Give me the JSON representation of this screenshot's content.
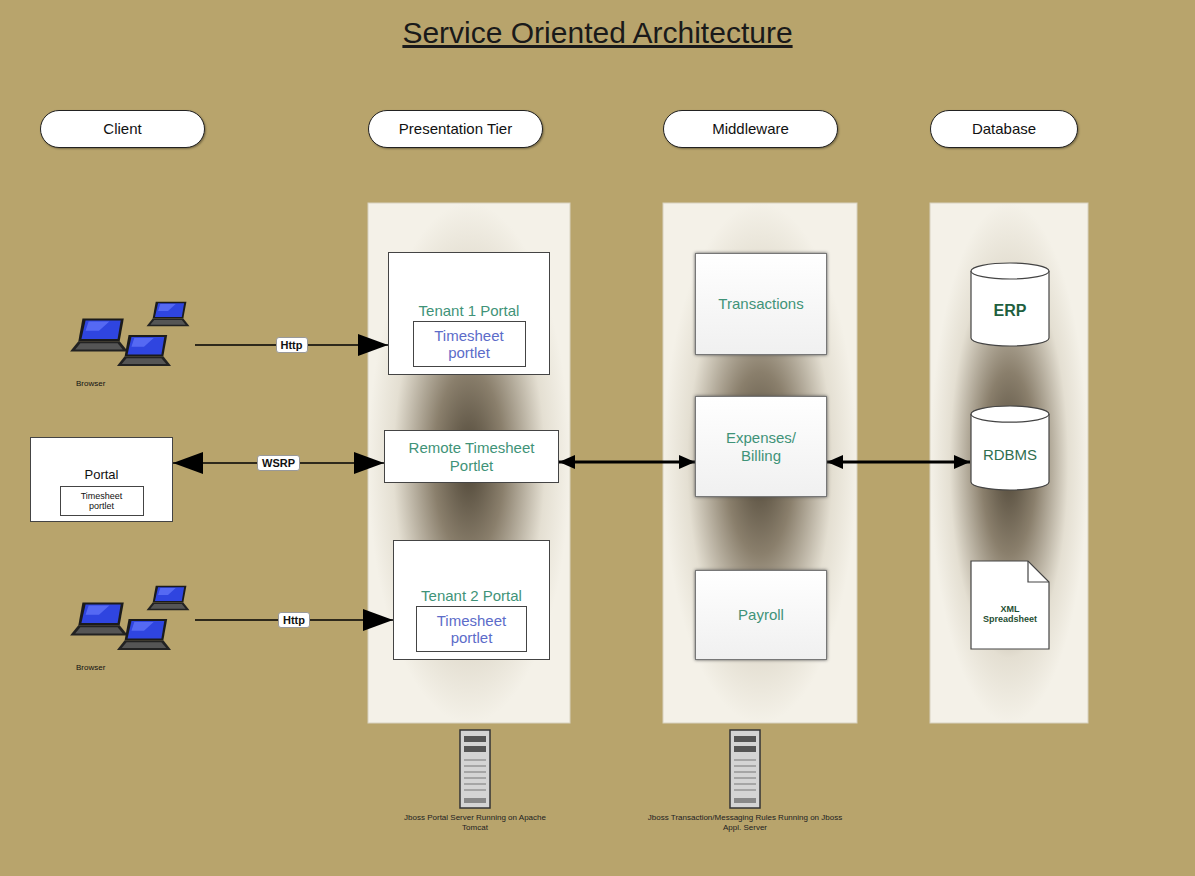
{
  "diagram": {
    "title": "Service Oriented Architecture",
    "nodes": [
      {
        "text": [
          "Client"
        ]
      },
      {
        "text": [
          "Presentation Tier"
        ]
      },
      {
        "text": [
          "Middleware"
        ]
      },
      {
        "text": [
          "Database"
        ]
      },
      {
        "text": [
          "Browser"
        ]
      },
      {
        "text": [
          "Tenant 1 Portal"
        ]
      },
      {
        "text": [
          "Timesheet portlet"
        ],
        "in": 5
      },
      {
        "text": [
          "Transactions"
        ]
      },
      {
        "text": [
          "ERP"
        ]
      },
      {
        "text": [
          "Portal"
        ]
      },
      {
        "text": [
          "Timesheet portlet"
        ],
        "in": 9
      },
      {
        "text": [
          "Remote Timesheet Portlet"
        ]
      },
      {
        "text": [
          "Expenses/ Billing"
        ]
      },
      {
        "text": [
          "RDBMS"
        ]
      },
      {
        "text": [
          "Browser"
        ]
      },
      {
        "text": [
          "Tenant 2 Portal"
        ]
      },
      {
        "text": [
          "Timesheet portlet"
        ],
        "in": 15
      },
      {
        "text": [
          "Payroll"
        ]
      },
      {
        "text": [
          "XML Spreadsheet"
        ]
      }
    ],
    "edges": [
      {
        "from": 4,
        "to": 5,
        "arrow": "to",
        "label": "Http"
      },
      {
        "from": 9,
        "to": 11,
        "arrow": "both",
        "label": "WSRP"
      },
      {
        "from": 14,
        "to": 15,
        "arrow": "to",
        "label": "Http"
      },
      {
        "from": 11,
        "to": 12,
        "arrow": "both"
      },
      {
        "from": 12,
        "to": 13,
        "arrow": "both"
      }
    ],
    "labels": [
      "Jboss Portal Server Running on Apache Tomcat",
      "Jboss Transaction/Messaging Rules Running on Jboss Appl. Server"
    ]
  }
}
